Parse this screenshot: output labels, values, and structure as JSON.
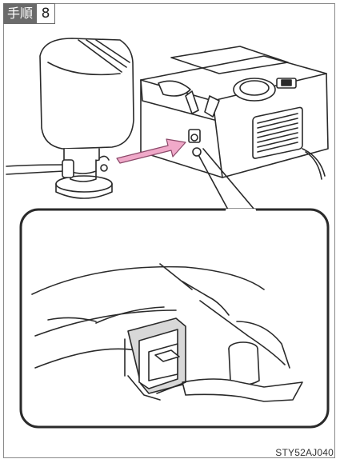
{
  "step": {
    "label": "手順",
    "number": "8"
  },
  "figure": {
    "code": "STY52AJ040"
  },
  "colors": {
    "arrow": "#f0a9c9",
    "line": "#2a2a2a",
    "callout_fill": "#ffffff"
  }
}
